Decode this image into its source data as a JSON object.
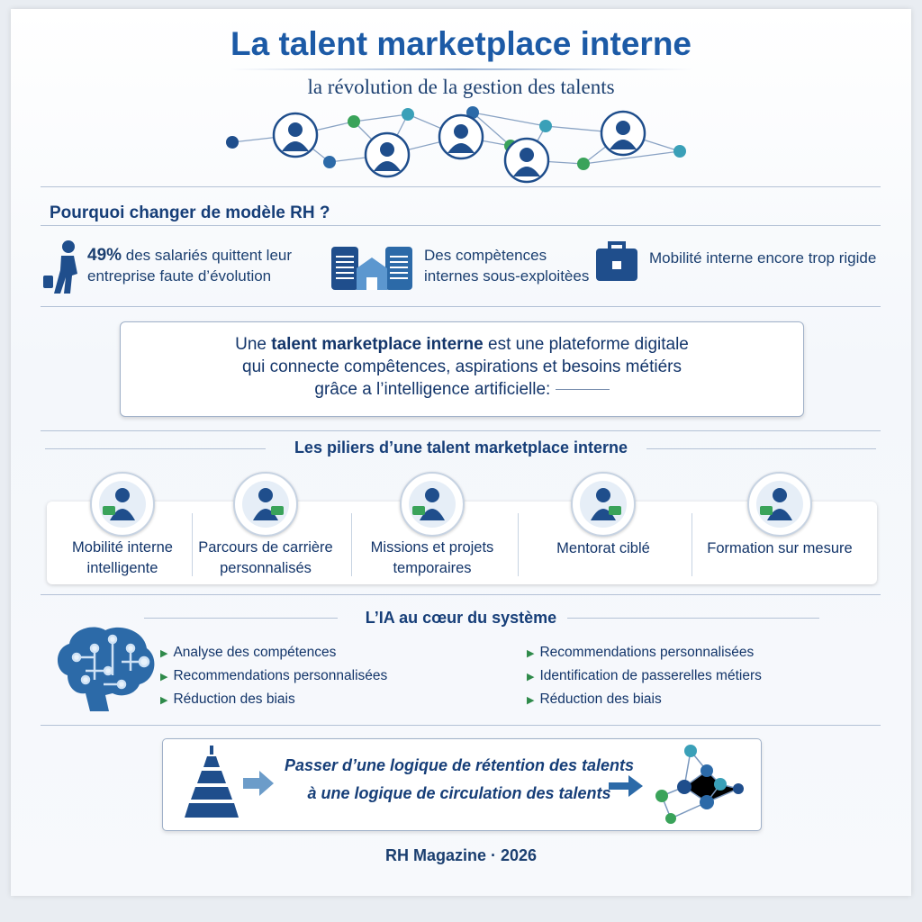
{
  "header": {
    "title": "La talent marketplace interne",
    "subtitle": "la révolution de la gestion des talents"
  },
  "why": {
    "heading": "Pourquoi changer de modèle RH ?",
    "stats": [
      {
        "highlight": "49%",
        "text": " des salariés quittent leur entreprise faute d’évolution",
        "icon": "walking-person-icon"
      },
      {
        "text": "Des compètences internes sous-exploitèes",
        "icon": "buildings-icon"
      },
      {
        "text": "Mobilité interne encore trop rigide",
        "icon": "briefcase-icon"
      }
    ]
  },
  "definition": {
    "pre": "Une ",
    "bold": "talent marketplace interne",
    "post": " est une plateforme digitale",
    "line2": "qui connecte compêtences, aspirations et besoins métiérs",
    "line3": "grâce a l’intelligence artificielle:"
  },
  "pillars": {
    "heading": "Les piliers d’une talent marketplace interne",
    "items": [
      {
        "line1": "Mobilité interne",
        "line2": "intelligente",
        "icon": "mobility-icon"
      },
      {
        "line1": "Parcours de carrière",
        "line2": "personnalisés",
        "icon": "career-path-icon"
      },
      {
        "line1": "Missions et projets",
        "line2": "temporaires",
        "icon": "missions-icon"
      },
      {
        "line1": "Mentorat ciblé",
        "line2": "",
        "icon": "mentor-icon"
      },
      {
        "line1": "Formation sur mesure",
        "line2": "",
        "icon": "graduation-cap-icon"
      }
    ]
  },
  "ai": {
    "heading": "L’IA au cœur du système",
    "left": [
      "Analyse des compétences",
      "Recommendations personnalisées",
      "Réduction des biais"
    ],
    "right": [
      "Recommendations personnalisées",
      "Identification de passerelles métiers",
      "Réduction des biais"
    ]
  },
  "conclusion": {
    "line1": "Passer d’une logique de rétention des talents",
    "line2": "à une logique de circulation des talents"
  },
  "footer": {
    "text": "RH Magazine · 2026"
  },
  "colors": {
    "primary": "#1c5aa6",
    "navy": "#123a72",
    "green": "#3aa35a",
    "teal": "#2a8fa8"
  }
}
